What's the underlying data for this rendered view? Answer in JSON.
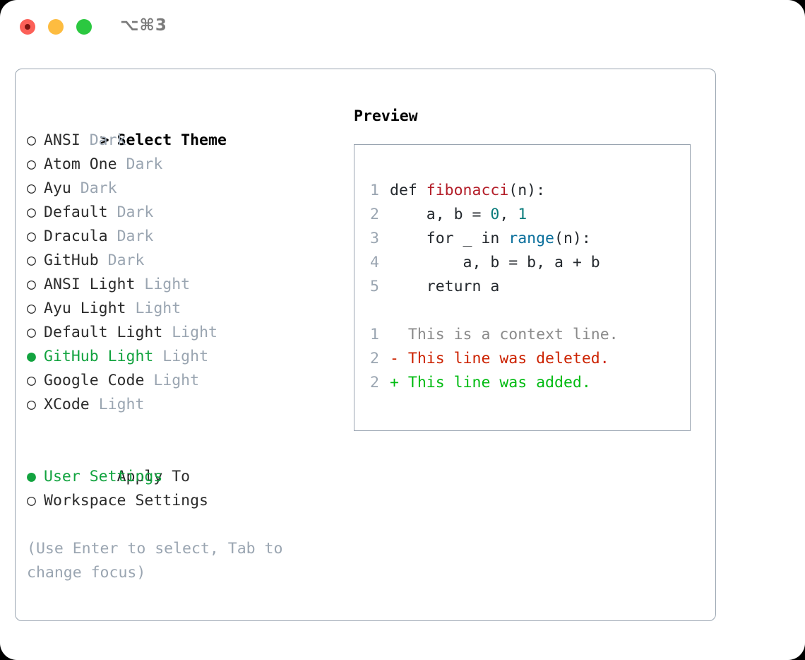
{
  "titlebar": {
    "shortcut": "⌥⌘3",
    "lights": [
      "close",
      "minimize",
      "maximize"
    ]
  },
  "theme_picker": {
    "header": "Select Theme",
    "header_marker": ">",
    "marker_selected": "●",
    "marker_unselected": "○",
    "selected_theme": "GitHub Light",
    "accent_color": "#12a33f",
    "muted_color": "#9aa5b1",
    "items": [
      {
        "name": "ANSI",
        "badge": "Dark",
        "selected": false
      },
      {
        "name": "Atom One",
        "badge": "Dark",
        "selected": false
      },
      {
        "name": "Ayu",
        "badge": "Dark",
        "selected": false
      },
      {
        "name": "Default",
        "badge": "Dark",
        "selected": false
      },
      {
        "name": "Dracula",
        "badge": "Dark",
        "selected": false
      },
      {
        "name": "GitHub",
        "badge": "Dark",
        "selected": false
      },
      {
        "name": "ANSI Light",
        "badge": "Light",
        "selected": false
      },
      {
        "name": "Ayu Light",
        "badge": "Light",
        "selected": false
      },
      {
        "name": "Default Light",
        "badge": "Light",
        "selected": false
      },
      {
        "name": "GitHub Light",
        "badge": "Light",
        "selected": true
      },
      {
        "name": "Google Code",
        "badge": "Light",
        "selected": false
      },
      {
        "name": "XCode",
        "badge": "Light",
        "selected": false
      }
    ]
  },
  "apply_to": {
    "header": "Apply To",
    "selected_option": "User Settings",
    "options": [
      {
        "label": "User Settings",
        "selected": true
      },
      {
        "label": "Workspace Settings",
        "selected": false
      }
    ]
  },
  "hint": "(Use Enter to select, Tab to change focus)",
  "preview": {
    "title": "Preview",
    "code_lines": [
      {
        "num": "1",
        "segments": [
          {
            "text": "def ",
            "type": "plain"
          },
          {
            "text": "fibonacci",
            "type": "function"
          },
          {
            "text": "(n):",
            "type": "plain"
          }
        ]
      },
      {
        "num": "2",
        "segments": [
          {
            "text": "    a, b = ",
            "type": "plain"
          },
          {
            "text": "0",
            "type": "number"
          },
          {
            "text": ", ",
            "type": "plain"
          },
          {
            "text": "1",
            "type": "number"
          }
        ]
      },
      {
        "num": "3",
        "segments": [
          {
            "text": "    for _ in ",
            "type": "plain"
          },
          {
            "text": "range",
            "type": "call"
          },
          {
            "text": "(n):",
            "type": "plain"
          }
        ]
      },
      {
        "num": "4",
        "segments": [
          {
            "text": "        a, b = b, a + b",
            "type": "plain"
          }
        ]
      },
      {
        "num": "5",
        "segments": [
          {
            "text": "    return a",
            "type": "plain"
          }
        ]
      }
    ],
    "diff_lines": [
      {
        "num": "1",
        "sign": " ",
        "text": "This is a context line.",
        "type": "context"
      },
      {
        "num": "2",
        "sign": "-",
        "text": "This line was deleted.",
        "type": "deleted"
      },
      {
        "num": "2",
        "sign": "+",
        "text": "This line was added.",
        "type": "added"
      }
    ]
  }
}
